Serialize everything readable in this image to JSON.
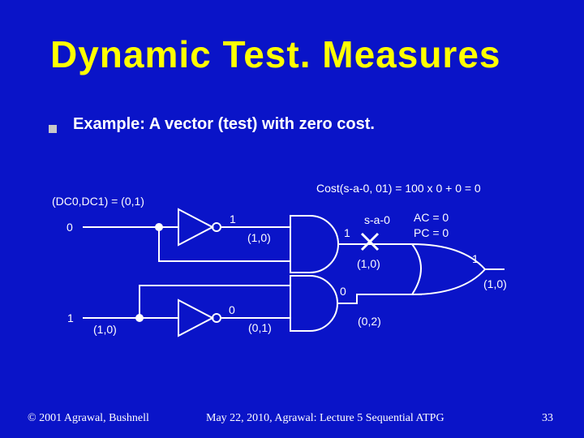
{
  "slide": {
    "title": "Dynamic Test. Measures",
    "bullet": "Example: A vector (test) with zero cost."
  },
  "diagram": {
    "cost": "Cost(s-a-0, 01) = 100 x 0 + 0 = 0",
    "dc_label": "(DC0,DC1) = (0,1)",
    "input_top": "0",
    "input_bottom": "1",
    "inv_top_out": "1",
    "inv_top_measure": "(1,0)",
    "and_top_in": "1",
    "fault": "s-a-0",
    "ac": "AC = 0",
    "pc": "PC = 0",
    "and_top_out_measure": "(1,0)",
    "or_in_bottom": "0",
    "or_out": "1",
    "or_out_measure": "(1,0)",
    "inv_bottom_out": "0",
    "input_bottom_measure": "(1,0)",
    "inv_bottom_measure": "(0,1)",
    "and_bottom_out_measure": "(0,2)"
  },
  "footer": {
    "left": "© 2001 Agrawal, Bushnell",
    "center": "May 22, 2010, Agrawal: Lecture 5 Sequential ATPG",
    "page": "33"
  },
  "colors": {
    "background": "#0a14c8",
    "title": "#ffff00",
    "text": "#ffffff",
    "wire": "#ffffff"
  }
}
